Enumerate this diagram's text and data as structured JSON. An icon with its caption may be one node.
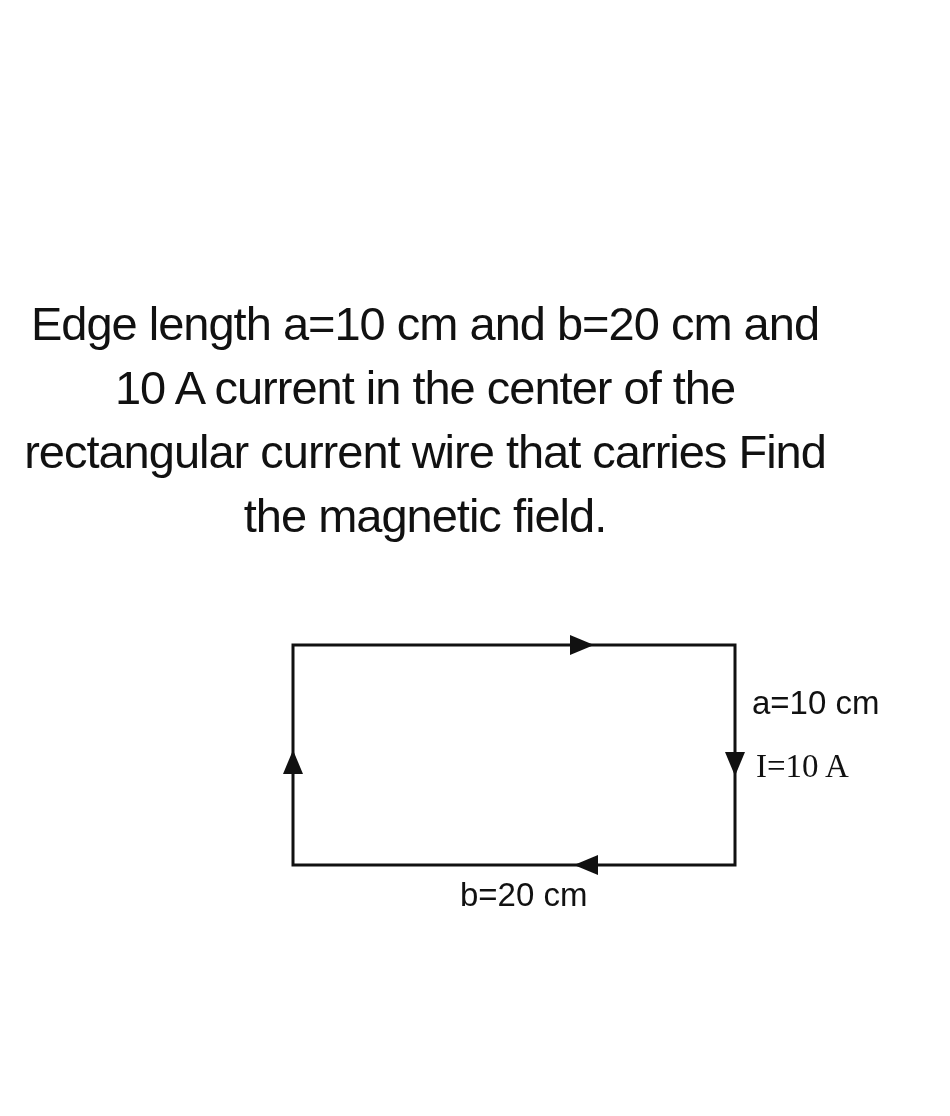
{
  "diagram": {
    "labels": [
      "Edge length a=10 cm and b=20 cm and 10 A current in the center of the rectangular current wire that carries Find the magnetic field.",
      "a=10 cm",
      "I=10 A",
      "b=20 cm"
    ]
  }
}
